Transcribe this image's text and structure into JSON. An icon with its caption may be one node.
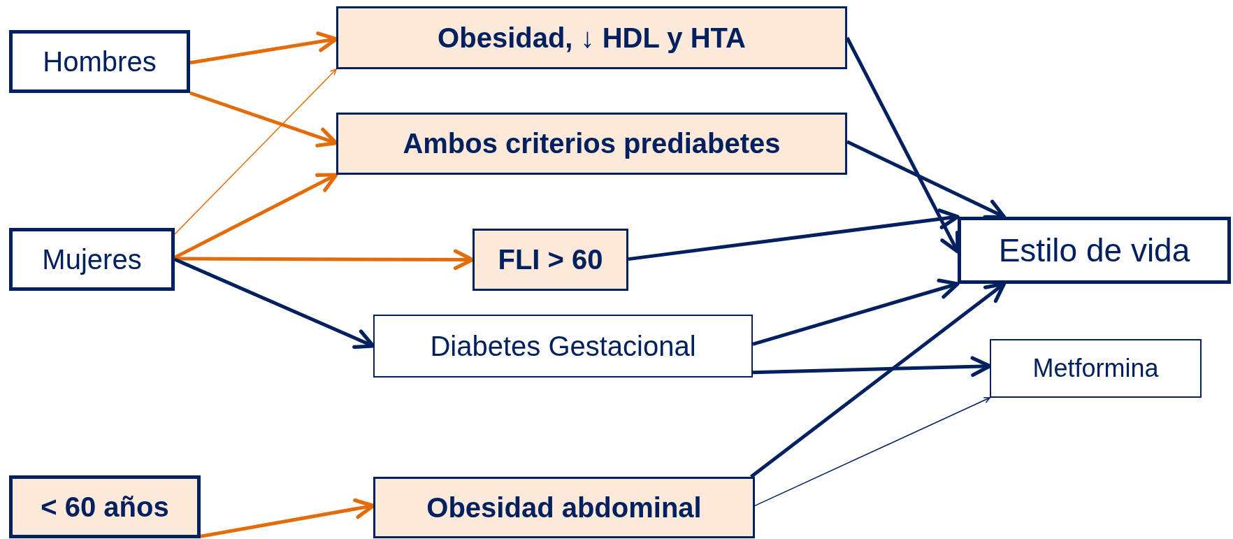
{
  "diagram": {
    "nodes": [
      {
        "text": [
          "Hombres"
        ]
      },
      {
        "text": [
          "Mujeres"
        ]
      },
      {
        "text": [
          "< 60 años"
        ]
      },
      {
        "text": [
          "Obesidad, ↓ HDL y HTA"
        ]
      },
      {
        "text": [
          "Ambos criterios prediabetes"
        ]
      },
      {
        "text": [
          "FLI > 60"
        ]
      },
      {
        "text": [
          "Diabetes Gestacional"
        ]
      },
      {
        "text": [
          "Obesidad abdominal"
        ]
      },
      {
        "text": [
          "Estilo de vida"
        ]
      },
      {
        "text": [
          "Metformina"
        ]
      }
    ],
    "edges": [
      {
        "from": 0,
        "to": 3,
        "arrow": "to",
        "color": "#e36c09"
      },
      {
        "from": 0,
        "to": 4,
        "arrow": "to",
        "color": "#e36c09"
      },
      {
        "from": 1,
        "to": 3,
        "arrow": "to",
        "color": "#e36c09"
      },
      {
        "from": 1,
        "to": 4,
        "arrow": "to",
        "color": "#e36c09"
      },
      {
        "from": 1,
        "to": 5,
        "arrow": "to",
        "color": "#e36c09"
      },
      {
        "from": 1,
        "to": 6,
        "arrow": "to"
      },
      {
        "from": 2,
        "to": 7,
        "arrow": "to",
        "color": "#e36c09"
      },
      {
        "from": 3,
        "to": 8,
        "arrow": "to"
      },
      {
        "from": 4,
        "to": 8,
        "arrow": "to"
      },
      {
        "from": 5,
        "to": 8,
        "arrow": "to"
      },
      {
        "from": 6,
        "to": 8,
        "arrow": "to"
      },
      {
        "from": 6,
        "to": 9,
        "arrow": "to"
      },
      {
        "from": 7,
        "to": 8,
        "arrow": "to"
      },
      {
        "from": 7,
        "to": 9,
        "arrow": "to"
      }
    ]
  }
}
